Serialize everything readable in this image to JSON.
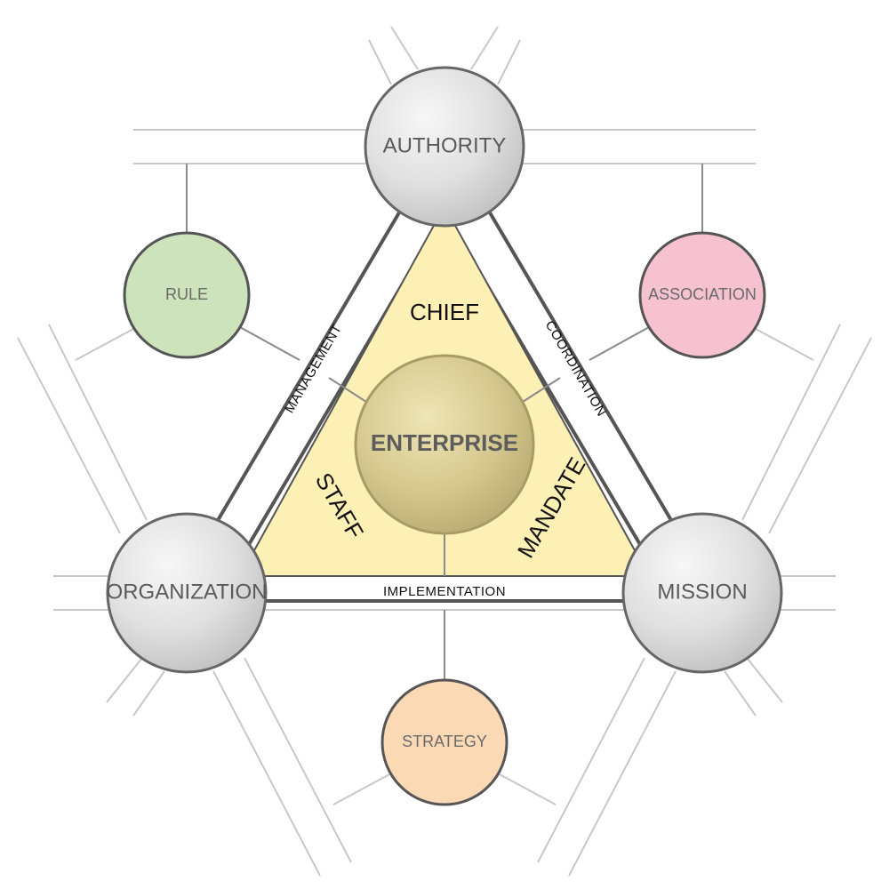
{
  "diagram": {
    "corners": {
      "top": "AUTHORITY",
      "left": "ORGANIZATION",
      "right": "MISSION"
    },
    "edges": {
      "left": "MANAGEMENT",
      "right": "COORDINATION",
      "bottom": "IMPLEMENTATION"
    },
    "inner": {
      "top": "CHIEF",
      "left": "STAFF",
      "right": "MANDATE",
      "center": "ENTERPRISE"
    },
    "satellites": {
      "rule": {
        "label": "RULE",
        "color": "#cde3bc",
        "text_color": "#6a6a6a"
      },
      "association": {
        "label": "ASSOCIATION",
        "color": "#f6c2d0",
        "text_color": "#6a6a6a"
      },
      "strategy": {
        "label": "STRATEGY",
        "color": "#fcd9b5",
        "text_color": "#6a6a6a"
      }
    },
    "colors": {
      "triangle_fill": "#fdf0b5",
      "frame_stroke": "#555555",
      "sphere_light": "#f5f5f5",
      "sphere_dark": "#c9c9c9",
      "center_light": "#ece2ad",
      "center_dark": "#b7a871"
    }
  }
}
